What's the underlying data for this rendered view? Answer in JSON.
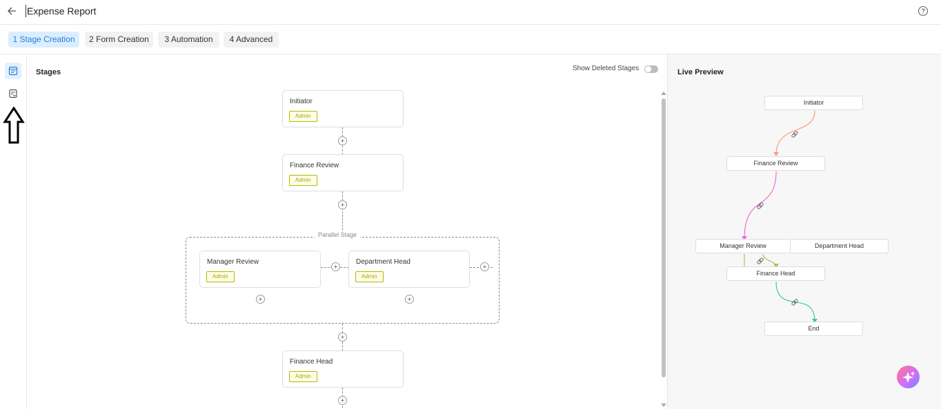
{
  "header": {
    "title": "Expense Report",
    "back_icon": "arrow-left-icon",
    "help_icon": "question-circle-icon"
  },
  "tabs": [
    {
      "label": "1  Stage Creation",
      "active": true
    },
    {
      "label": "2  Form Creation",
      "active": false
    },
    {
      "label": "3  Automation",
      "active": false
    },
    {
      "label": "4  Advanced",
      "active": false
    }
  ],
  "sidebar": {
    "icons": [
      "stages-list-icon",
      "form-icon"
    ]
  },
  "stages_panel": {
    "title": "Stages",
    "show_deleted_label": "Show Deleted Stages",
    "show_deleted_on": false
  },
  "stages": [
    {
      "name": "Initiator",
      "role": "Admin"
    },
    {
      "name": "Finance Review",
      "role": "Admin"
    },
    {
      "name": "Finance Head",
      "role": "Admin"
    }
  ],
  "parallel_stage": {
    "label": "Parallel Stage",
    "stages": [
      {
        "name": "Manager Review",
        "role": "Admin"
      },
      {
        "name": "Department Head",
        "role": "Admin"
      }
    ]
  },
  "preview": {
    "title": "Live Preview",
    "nodes": [
      "Initiator",
      "Finance Review",
      "Manager Review",
      "Department Head",
      "Finance Head",
      "End"
    ]
  },
  "colors": {
    "accent": "#2b7bd6",
    "badge": "#a5a800",
    "edge_1": "#ff9a7a",
    "edge_2": "#f06ad4",
    "edge_3": "#a8c060",
    "edge_4": "#3cc9a0"
  }
}
